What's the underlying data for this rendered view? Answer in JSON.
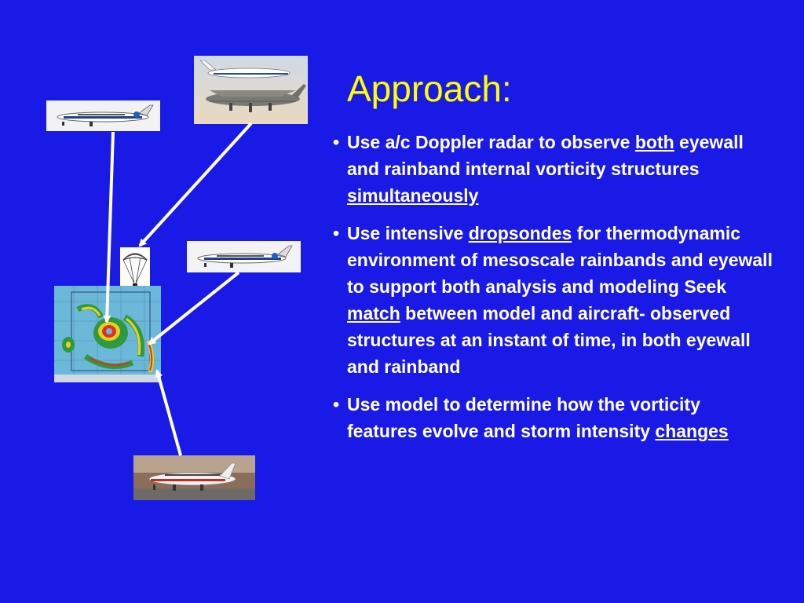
{
  "slide": {
    "title": "Approach:",
    "bullets": [
      {
        "dot": "•",
        "parts": [
          {
            "text": "Use a/c Doppler radar to observe ",
            "underline": false
          },
          {
            "text": "both",
            "underline": true
          },
          {
            "text": " eyewall and rainband internal vorticity structures ",
            "underline": false
          },
          {
            "text": "simultaneously",
            "underline": true
          }
        ]
      },
      {
        "dot": "•",
        "parts": [
          {
            "text": "Use intensive ",
            "underline": false
          },
          {
            "text": "dropsondes",
            "underline": true
          },
          {
            "text": " for thermodynamic environment of mesoscale rainbands and eyewall to support both analysis and modeling Seek ",
            "underline": false
          },
          {
            "text": "match",
            "underline": true
          },
          {
            "text": " between model and aircraft- observed structures at an instant of time, in both eyewall and rainband",
            "underline": false
          }
        ]
      },
      {
        "dot": "•",
        "parts": [
          {
            "text": "Use model to determine how the vorticity features evolve and storm intensity ",
            "underline": false
          },
          {
            "text": "changes",
            "underline": true
          }
        ]
      }
    ]
  },
  "colors": {
    "background": "#1a1ae6",
    "title": "#ffff00",
    "text": "#ffffff",
    "arrow": "#ffffff"
  },
  "images": {
    "plane_top_left": "noaa-p3-aircraft-photo",
    "plane_top_right": "jet-and-c130-aircraft-photo",
    "plane_middle_right": "noaa-p3-aircraft-photo",
    "plane_bottom": "p3-aircraft-on-ground-photo",
    "dropsonde": "parachute-dropsonde-icon",
    "radar": "hurricane-radar-reflectivity-map"
  }
}
